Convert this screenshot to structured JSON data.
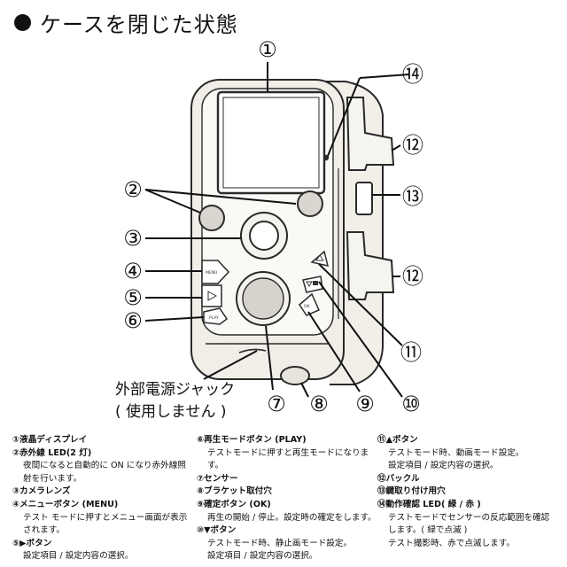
{
  "title": "ケースを閉じた状態",
  "callouts": [
    "①",
    "②",
    "③",
    "④",
    "⑤",
    "⑥",
    "⑦",
    "⑧",
    "⑨",
    "⑩",
    "⑪",
    "⑫",
    "⑬",
    "⑭"
  ],
  "device_labels": {
    "menu": "MENU",
    "play": "PLAY",
    "ok": "OK"
  },
  "annotation": {
    "line1": "外部電源ジャック",
    "line2": "( 使用しません )"
  },
  "legend": {
    "col1": [
      {
        "head": "①液晶ディスプレイ",
        "desc": []
      },
      {
        "head": "②赤外線 LED(2 灯)",
        "desc": [
          "夜間になると自動的に ON になり赤外線照",
          "射を行います。"
        ]
      },
      {
        "head": "③カメラレンズ",
        "desc": []
      },
      {
        "head": "④メニューボタン (MENU)",
        "desc": [
          "テスト モードに押すとメニュー画面が表示",
          "されます。"
        ]
      },
      {
        "head": "⑤▶ボタン",
        "desc": [
          "設定項目 / 設定内容の選択。"
        ]
      }
    ],
    "col2": [
      {
        "head": "⑥再生モードボタン (PLAY)",
        "desc": [
          "テストモードに押すと再生モードになりま",
          "す。"
        ]
      },
      {
        "head": "⑦センサー",
        "desc": []
      },
      {
        "head": "⑧ブラケット取付穴",
        "desc": []
      },
      {
        "head": "⑨確定ボタン (OK)",
        "desc": [
          "再生の開始 / 停止。設定時の確定をします。"
        ]
      },
      {
        "head": "⑩▼ボタン",
        "desc": [
          "テストモード時、静止画モード設定。",
          "設定項目 / 設定内容の選択。"
        ]
      }
    ],
    "col3": [
      {
        "head": "⑪▲ボタン",
        "desc": [
          "テストモード時、動画モード設定。",
          "設定項目 / 設定内容の選択。"
        ]
      },
      {
        "head": "⑫バックル",
        "desc": []
      },
      {
        "head": "⑬鍵取り付け用穴",
        "desc": []
      },
      {
        "head": "⑭動作確認 LED( 緑 / 赤 )",
        "desc": [
          "テストモードでセンサーの反応範囲を確認",
          "します。( 緑で点滅 )",
          "テスト撮影時、赤で点滅します。"
        ]
      }
    ]
  }
}
